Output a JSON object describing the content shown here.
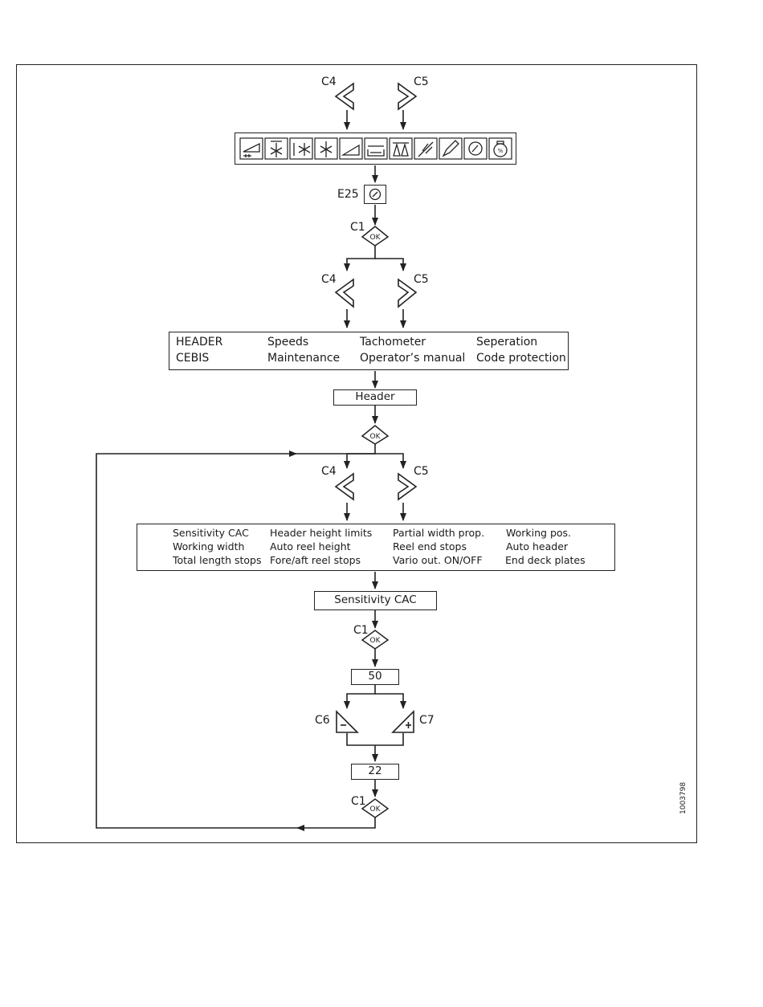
{
  "document_number": "1003798",
  "keys": {
    "c1": "C1",
    "c4": "C4",
    "c5": "C5",
    "c6": "C6",
    "c7": "C7",
    "e25": "E25",
    "ok": "OK"
  },
  "icon_strip": {
    "icons": [
      "header-lift-icon",
      "reel-position-icon",
      "reel-fore-aft-icon",
      "reel-speed-icon",
      "header-angle-icon",
      "cutterbar-icon",
      "scale-icon",
      "crop-icon",
      "pencil-icon",
      "gauge-icon",
      "percent-icon"
    ]
  },
  "menu1": {
    "rows": [
      [
        "HEADER",
        "Speeds",
        "Tachometer",
        "Seperation"
      ],
      [
        "CEBIS",
        "Maintenance",
        "Operator’s manual",
        "Code protection"
      ]
    ]
  },
  "header_box": "Header",
  "menu2": {
    "rows": [
      [
        "Sensitivity CAC",
        "Header height limits",
        "Partial width prop.",
        "Working pos."
      ],
      [
        "Working width",
        "Auto reel height",
        "Reel end stops",
        "Auto header"
      ],
      [
        "Total length stops",
        "Fore/aft reel stops",
        "Vario out. ON/OFF",
        "End deck plates"
      ]
    ]
  },
  "sensitivity_box": "Sensitivity CAC",
  "value_before": "50",
  "value_after": "22",
  "colors": {
    "line": "#222222",
    "background": "#ffffff"
  }
}
